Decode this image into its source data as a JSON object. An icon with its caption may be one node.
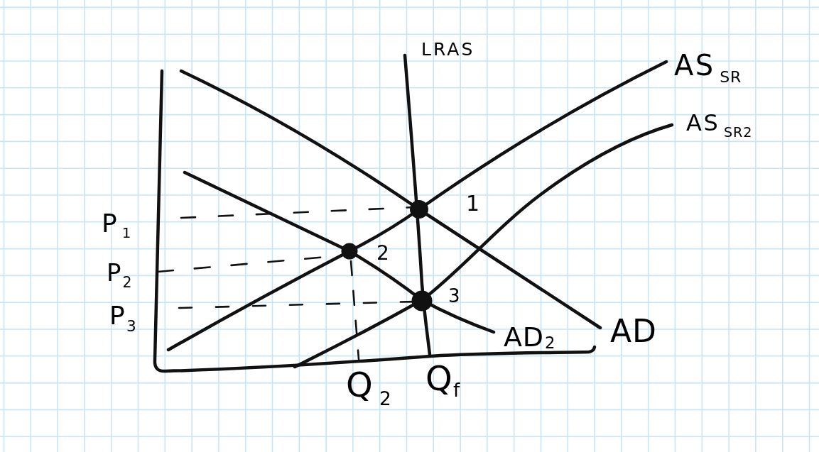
{
  "diagram": {
    "labels": [
      "LRAS",
      "AS$_{SR}$",
      "AS$_{SR2}$",
      "1",
      "P$_{1}$",
      "2",
      "P$_{2}$",
      "3",
      "P$_{3}$",
      "AD$_{2}$",
      "AD",
      "Q$_{2}$",
      "Q$_{f}$"
    ]
  }
}
